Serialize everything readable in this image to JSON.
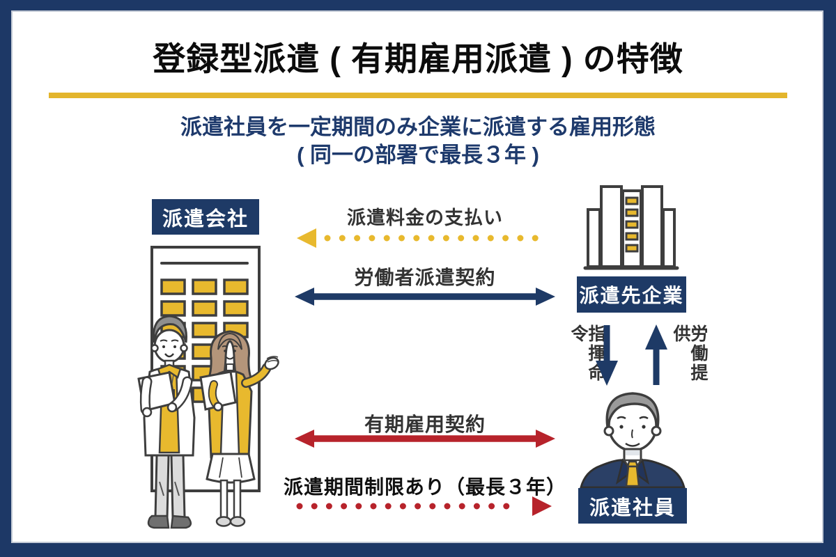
{
  "title": "登録型派遣 ( 有期雇用派遣 ) の特徴",
  "subtitle": {
    "line1": "派遣社員を一定期間のみ企業に派遣する雇用形態",
    "line2": "( 同一の部署で最長３年 )"
  },
  "entities": {
    "agency": "派遣会社",
    "client": "派遣先企業",
    "worker": "派遣社員"
  },
  "relations": {
    "payment": "派遣料金の支払い",
    "dispatch_contract": "労働者派遣契約",
    "command": "指揮命令",
    "labor_supply": "労働提供",
    "fixed_term_contract": "有期雇用契約",
    "period_limit": "派遣期間制限あり（最長３年）"
  },
  "colors": {
    "frame_navy": "#1D3866",
    "label_navy": "#1E3A66",
    "accent_yellow": "#E8B92E",
    "divider_yellow": "#E3B52C",
    "accent_red": "#B7232B",
    "text_dark": "#333333",
    "subtitle_navy": "#1E3A6C"
  },
  "icons": {
    "agency_illustration": "office-building-with-two-staff",
    "client_icon": "office-building-icon",
    "worker_icon": "businessman-avatar-icon"
  }
}
